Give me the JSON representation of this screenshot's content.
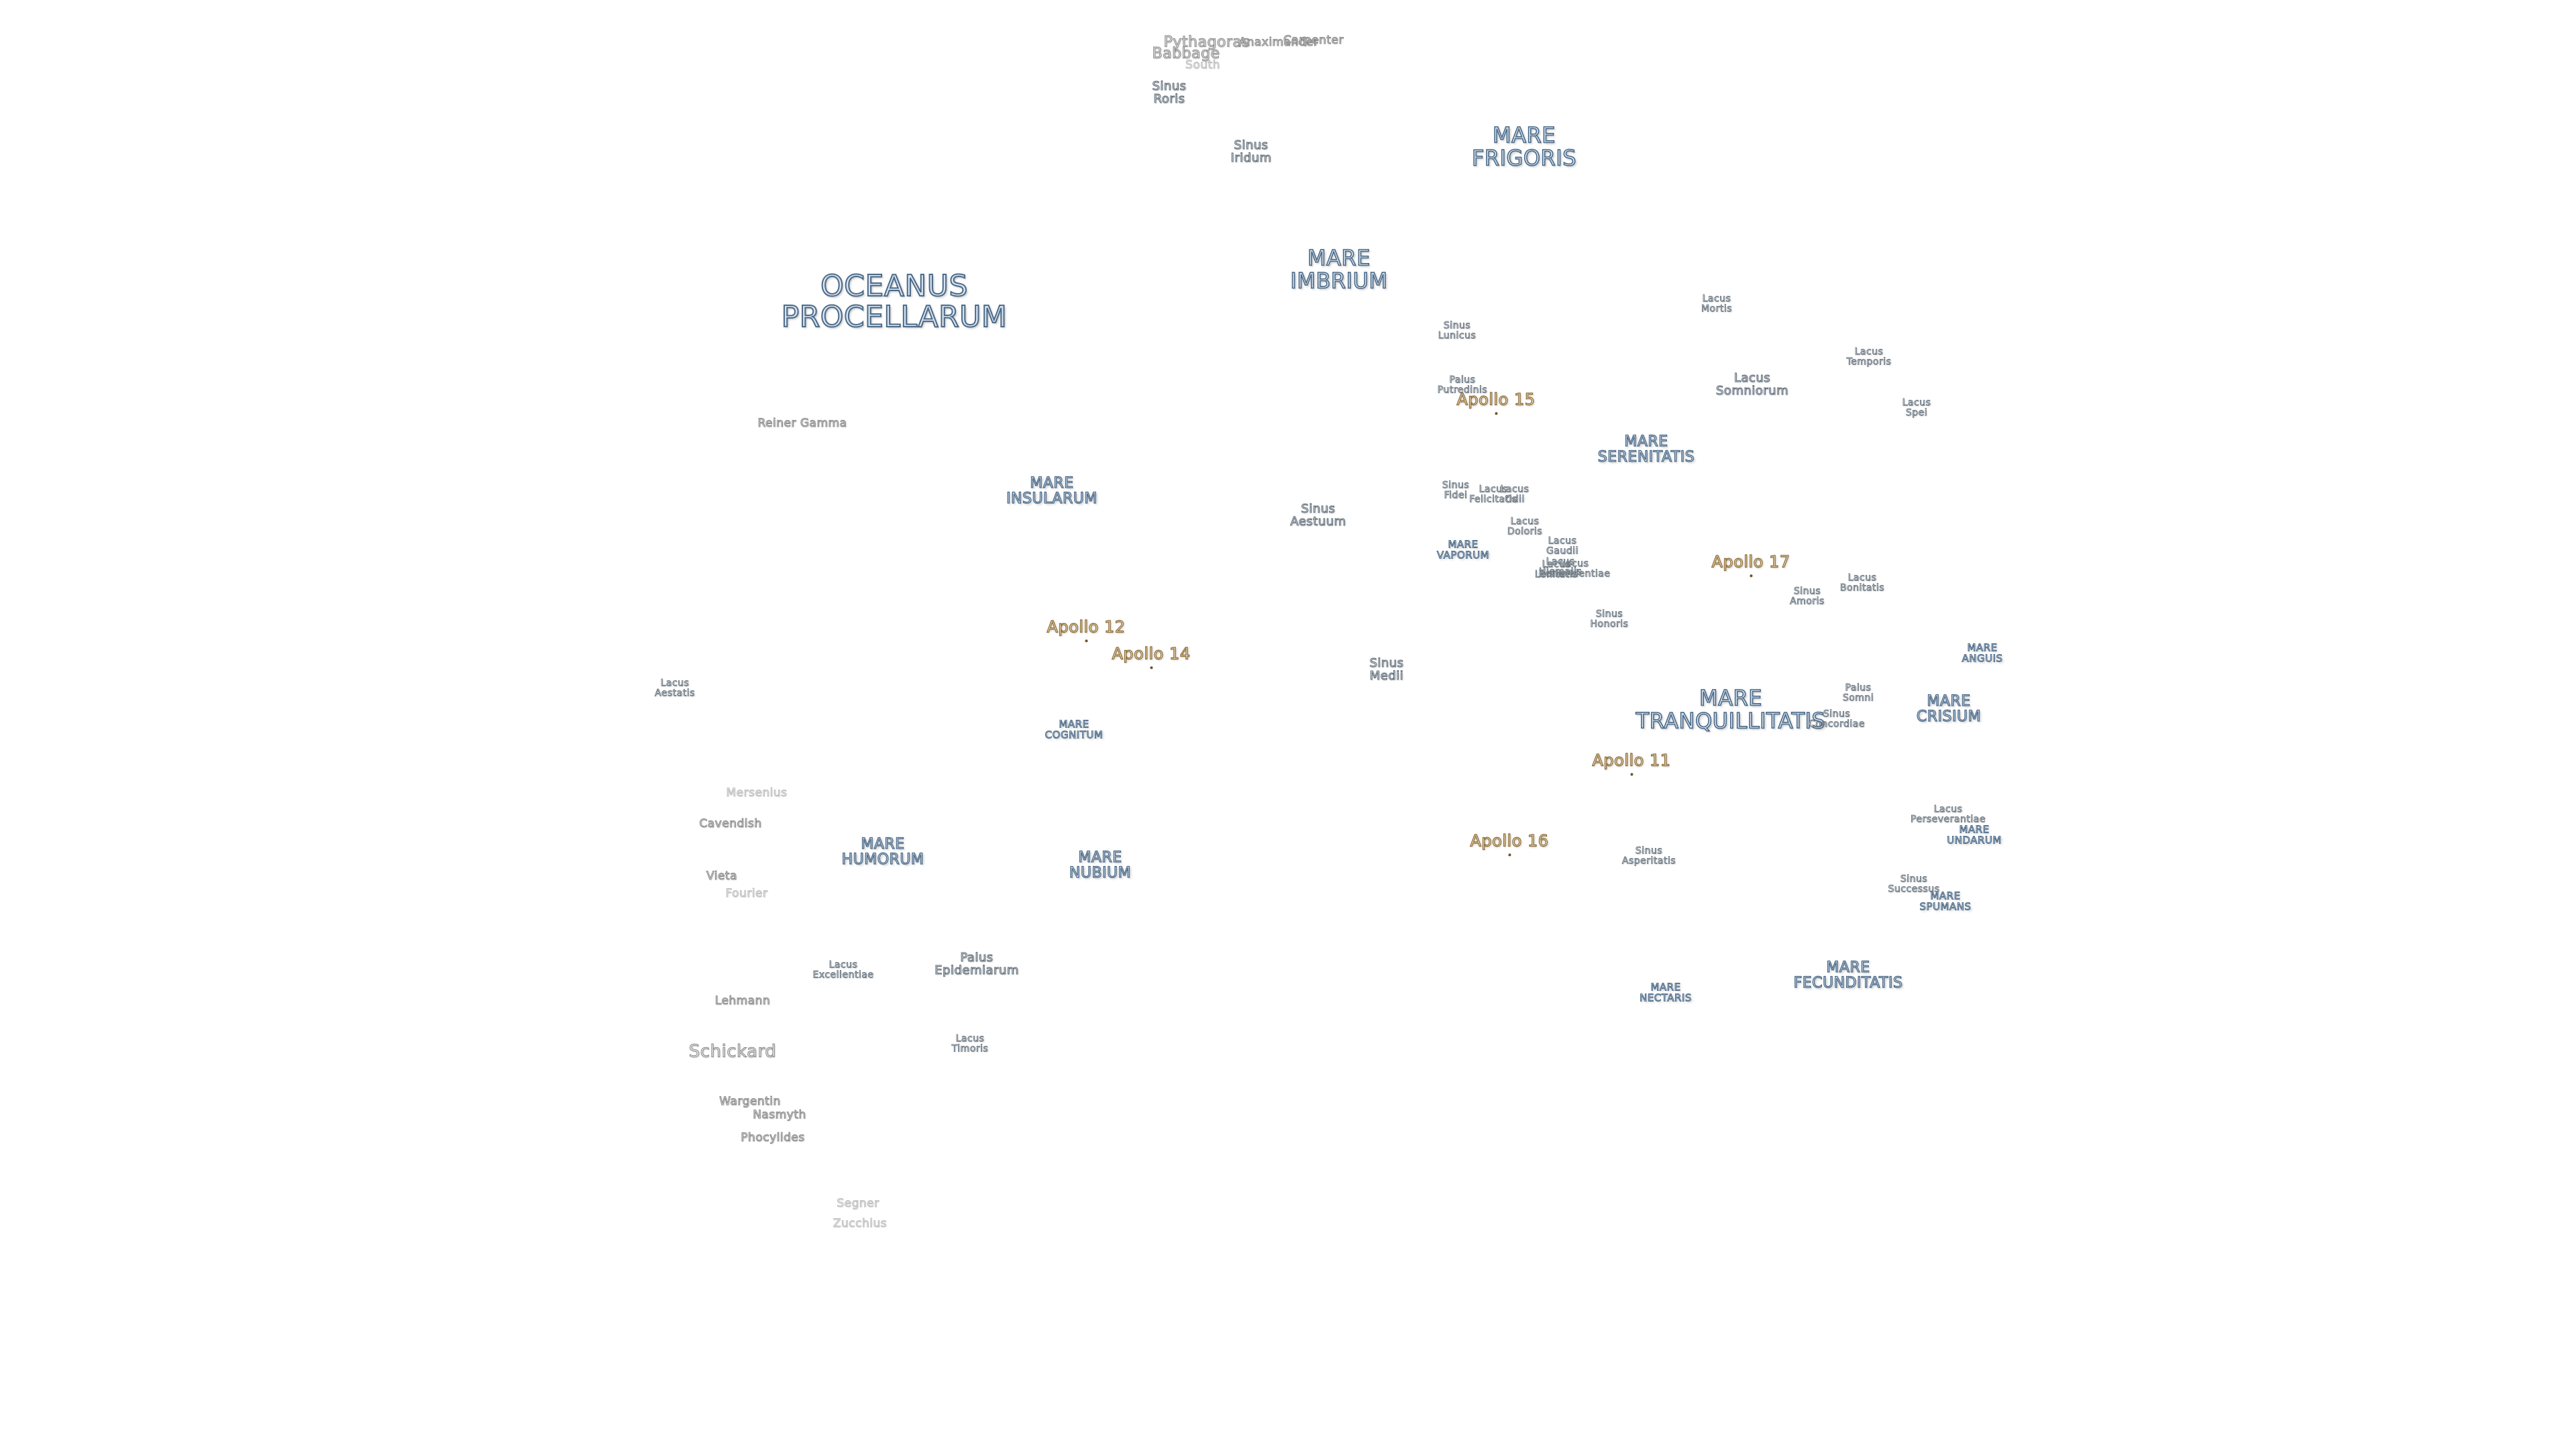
{
  "labels": [
    {
      "id": "oceanus-procellarum",
      "text": "OCEANUS\nPROCELLARUM",
      "type": "sea"
    },
    {
      "id": "mare-frigoris",
      "text": "MARE\nFRIGORIS",
      "type": "sea"
    },
    {
      "id": "mare-imbrium",
      "text": "MARE\nIMBRIUM",
      "type": "sea"
    },
    {
      "id": "mare-serenitatis",
      "text": "MARE\nSERENITATIS",
      "type": "sea"
    },
    {
      "id": "mare-tranquillitatis",
      "text": "MARE\nTRANQUILLITATIS",
      "type": "sea"
    },
    {
      "id": "mare-crisium",
      "text": "MARE\nCRISIUM",
      "type": "sea"
    },
    {
      "id": "mare-fecunditatis",
      "text": "MARE\nFECUNDITATIS",
      "type": "sea"
    },
    {
      "id": "mare-nubium",
      "text": "MARE\nNUBIUM",
      "type": "sea"
    },
    {
      "id": "mare-humorum",
      "text": "MARE\nHUMORUM",
      "type": "sea"
    },
    {
      "id": "mare-insularum",
      "text": "MARE\nINSULARUM",
      "type": "sea"
    },
    {
      "id": "mare-cognitum",
      "text": "MARE\nCOGNITUM",
      "type": "sea"
    },
    {
      "id": "mare-vaporum",
      "text": "MARE\nVAPORUM",
      "type": "sea"
    },
    {
      "id": "mare-nectaris",
      "text": "MARE\nNECTARIS",
      "type": "sea"
    },
    {
      "id": "mare-anguis",
      "text": "MARE\nANGUIS",
      "type": "sea"
    },
    {
      "id": "mare-undarum",
      "text": "MARE\nUNDARUM",
      "type": "sea"
    },
    {
      "id": "mare-spumans",
      "text": "MARE\nSPUMANS",
      "type": "sea"
    },
    {
      "id": "sinus-iridum",
      "text": "Sinus\nIridum",
      "type": "minor"
    },
    {
      "id": "sinus-roris",
      "text": "Sinus\nRoris",
      "type": "minor"
    },
    {
      "id": "sinus-lunicus",
      "text": "Sinus\nLunicus",
      "type": "minor"
    },
    {
      "id": "palus-putredinis",
      "text": "Palus\nPutredinis",
      "type": "minor"
    },
    {
      "id": "lacus-mortis",
      "text": "Lacus\nMortis",
      "type": "minor"
    },
    {
      "id": "lacus-somniorum",
      "text": "Lacus\nSomniorum",
      "type": "minor"
    },
    {
      "id": "lacus-temporis",
      "text": "Lacus\nTemporis",
      "type": "minor"
    },
    {
      "id": "lacus-spei",
      "text": "Lacus\nSpei",
      "type": "minor"
    },
    {
      "id": "sinus-aestuum",
      "text": "Sinus\nAestuum",
      "type": "minor"
    },
    {
      "id": "sinus-fidei",
      "text": "Sinus\nFidei",
      "type": "minor"
    },
    {
      "id": "lacus-felicitatis",
      "text": "Lacus\nFelicitatis",
      "type": "minor"
    },
    {
      "id": "lacus-odii",
      "text": "Lacus\nOdii",
      "type": "minor"
    },
    {
      "id": "lacus-doloris",
      "text": "Lacus\nDoloris",
      "type": "minor"
    },
    {
      "id": "lacus-gaudii",
      "text": "Lacus\nGaudii",
      "type": "minor"
    },
    {
      "id": "lacus-hiemalis",
      "text": "Lacus\nHiemalis",
      "type": "minor"
    },
    {
      "id": "lacus-lenitatis",
      "text": "Lacus\nLenitatis",
      "type": "minor"
    },
    {
      "id": "lacus-benevolentiae",
      "text": "Lacus\nBenevolentiae",
      "type": "minor"
    },
    {
      "id": "sinus-honoris",
      "text": "Sinus\nHonoris",
      "type": "minor"
    },
    {
      "id": "sinus-amoris",
      "text": "Sinus\nAmoris",
      "type": "minor"
    },
    {
      "id": "lacus-bonitatis",
      "text": "Lacus\nBonitatis",
      "type": "minor"
    },
    {
      "id": "sinus-medii",
      "text": "Sinus\nMedii",
      "type": "minor"
    },
    {
      "id": "palus-somni",
      "text": "Palus\nSomni",
      "type": "minor"
    },
    {
      "id": "sinus-concordiae",
      "text": "Sinus\nConcordiae",
      "type": "minor"
    },
    {
      "id": "sinus-asperitatis",
      "text": "Sinus\nAsperitatis",
      "type": "minor"
    },
    {
      "id": "lacus-perseverantiae",
      "text": "Lacus\nPerseverantiae",
      "type": "minor"
    },
    {
      "id": "sinus-successus",
      "text": "Sinus\nSuccessus",
      "type": "minor"
    },
    {
      "id": "lacus-excellentiae",
      "text": "Lacus\nExcellentiae",
      "type": "minor"
    },
    {
      "id": "palus-epidemiarum",
      "text": "Palus\nEpidemiarum",
      "type": "minor"
    },
    {
      "id": "lacus-timoris",
      "text": "Lacus\nTimoris",
      "type": "minor"
    },
    {
      "id": "lacus-aestatis",
      "text": "Lacus\nAestatis",
      "type": "minor"
    },
    {
      "id": "pythagoras",
      "text": "Pythagoras",
      "type": "crater"
    },
    {
      "id": "babbage",
      "text": "Babbage",
      "type": "crater"
    },
    {
      "id": "south",
      "text": "South",
      "type": "crater"
    },
    {
      "id": "anaximander",
      "text": "Anaximander",
      "type": "crater"
    },
    {
      "id": "carpenter",
      "text": "Carpenter",
      "type": "crater"
    },
    {
      "id": "reiner-gamma",
      "text": "Reiner Gamma",
      "type": "crater"
    },
    {
      "id": "mersenius",
      "text": "Mersenius",
      "type": "crater"
    },
    {
      "id": "cavendish",
      "text": "Cavendish",
      "type": "crater"
    },
    {
      "id": "vieta",
      "text": "Vieta",
      "type": "crater"
    },
    {
      "id": "fourier",
      "text": "Fourier",
      "type": "crater"
    },
    {
      "id": "lehmann",
      "text": "Lehmann",
      "type": "crater"
    },
    {
      "id": "schickard",
      "text": "Schickard",
      "type": "crater"
    },
    {
      "id": "wargentin",
      "text": "Wargentin",
      "type": "crater"
    },
    {
      "id": "nasmyth",
      "text": "Nasmyth",
      "type": "crater"
    },
    {
      "id": "phocylides",
      "text": "Phocylides",
      "type": "crater"
    },
    {
      "id": "segner",
      "text": "Segner",
      "type": "crater"
    },
    {
      "id": "zucchius",
      "text": "Zucchius",
      "type": "crater"
    },
    {
      "id": "apollo-11",
      "text": "Apollo 11",
      "type": "apollo"
    },
    {
      "id": "apollo-12",
      "text": "Apollo 12",
      "type": "apollo"
    },
    {
      "id": "apollo-14",
      "text": "Apollo 14",
      "type": "apollo"
    },
    {
      "id": "apollo-15",
      "text": "Apollo 15",
      "type": "apollo"
    },
    {
      "id": "apollo-16",
      "text": "Apollo 16",
      "type": "apollo"
    },
    {
      "id": "apollo-17",
      "text": "Apollo 17",
      "type": "apollo"
    }
  ],
  "colors": {
    "mare_fill": "#d7e4f2",
    "mare_outline": "#4c6a88",
    "minor_outline": "#5f6c78",
    "crater_outline": "#8a8a8a",
    "apollo_fill": "#f6e6c4",
    "apollo_outline": "#8b6a34"
  }
}
